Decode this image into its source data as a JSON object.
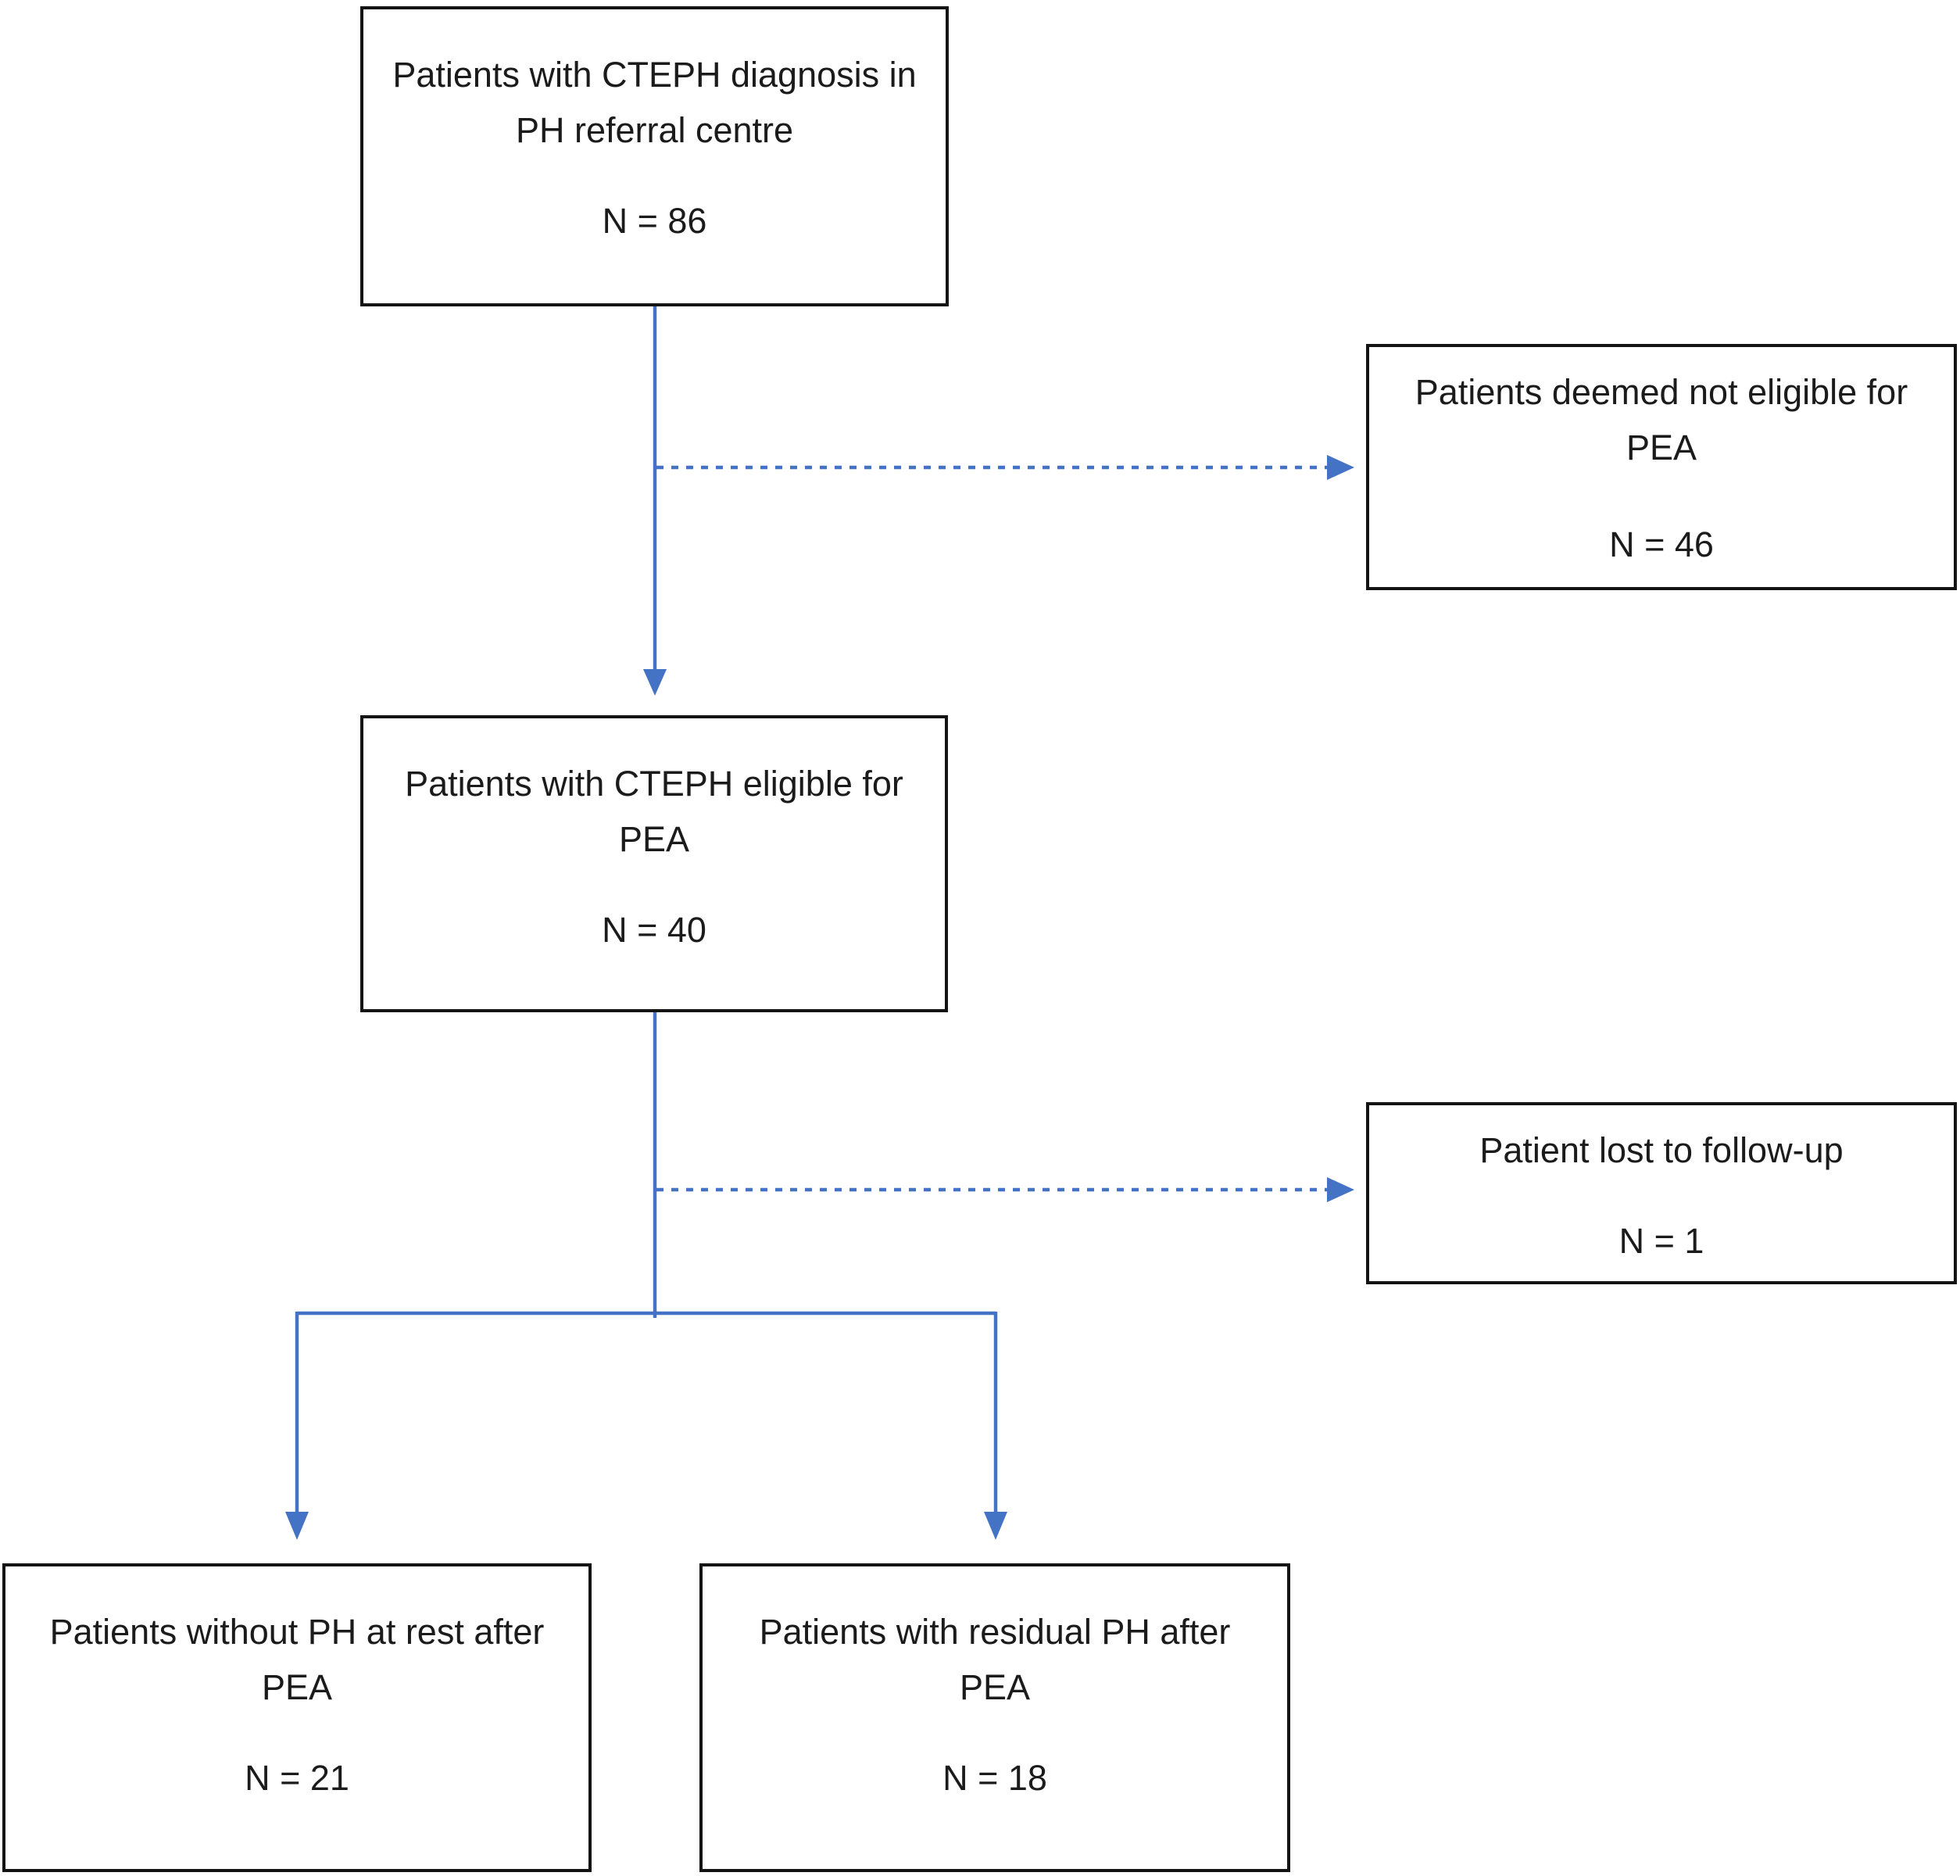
{
  "colors": {
    "arrow-color": "#4472C4",
    "border-color": "#141414",
    "text-color": "#1b1b1b",
    "bg-color": "#ffffff"
  },
  "diagram": {
    "boxes": [
      {
        "id": "cteph",
        "lines": [
          "Patients with CTEPH diagnosis in",
          "PH referral centre"
        ],
        "count": "N = 86"
      },
      {
        "id": "not-eligible",
        "lines": [
          "Patients deemed not eligible for",
          "PEA"
        ],
        "count": "N = 46"
      },
      {
        "id": "eligible",
        "lines": [
          "Patients with CTEPH eligible for",
          "PEA"
        ],
        "count": "N = 40"
      },
      {
        "id": "lost",
        "lines": [
          "Patient lost to follow-up"
        ],
        "count": "N = 1"
      },
      {
        "id": "no-ph",
        "lines": [
          "Patients without PH at rest after",
          "PEA"
        ],
        "count": "N = 21"
      },
      {
        "id": "residual",
        "lines": [
          "Patients with residual PH after",
          "PEA"
        ],
        "count": "N = 18"
      }
    ],
    "edges": [
      {
        "from": "cteph",
        "to": "eligible",
        "style": "solid"
      },
      {
        "from": "cteph",
        "to": "not-eligible",
        "style": "dashed"
      },
      {
        "from": "eligible",
        "to": "lost",
        "style": "dashed"
      },
      {
        "from": "eligible",
        "to": "no-ph",
        "style": "solid"
      },
      {
        "from": "eligible",
        "to": "residual",
        "style": "solid"
      }
    ]
  }
}
